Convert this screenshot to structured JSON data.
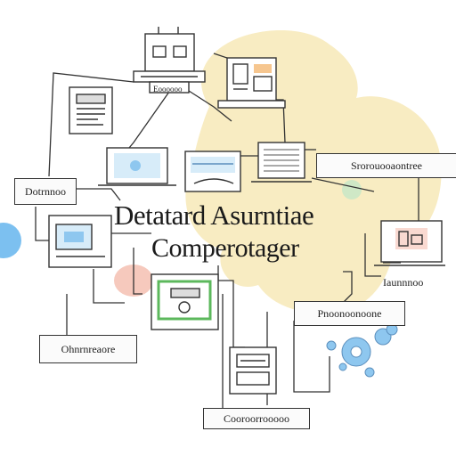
{
  "title": {
    "line1": "Detatard Asurntiae",
    "line2": "Comperotager"
  },
  "labels": {
    "top_center": "Eoooooo",
    "right_main": "Srorouooaontree",
    "left_mid": "Dotrnnoo",
    "right_lower": "Iaunnnoo",
    "center_right": "Pnoonoonoone",
    "bottom_left": "Ohnrnreaore",
    "bottom_center": "Cooroorrooooo"
  },
  "colors": {
    "line": "#333333",
    "blob_yellow": "#f8ecc2",
    "blob_blue": "#7cc0f0",
    "blob_pink": "#f6c9bd",
    "blob_green": "#cfe8c6",
    "accent_green": "#5cb85c",
    "accent_orange": "#f0a045",
    "gear_blue": "#8ec7ef"
  },
  "icons": [
    "monitor-icon",
    "document-icon",
    "server-icon",
    "gear-icon",
    "laptop-icon",
    "chart-icon"
  ]
}
